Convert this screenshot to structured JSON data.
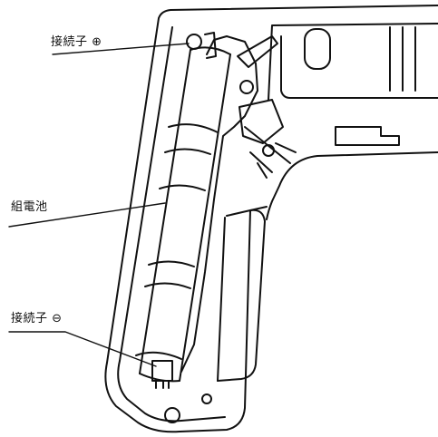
{
  "labels": {
    "terminal_positive": "接続子 ⊕",
    "battery_pack": "組電池",
    "terminal_negative": "接続子 ⊖"
  },
  "colors": {
    "ink": "#111111",
    "paper": "#ffffff",
    "shade": "#2a2a2a"
  }
}
